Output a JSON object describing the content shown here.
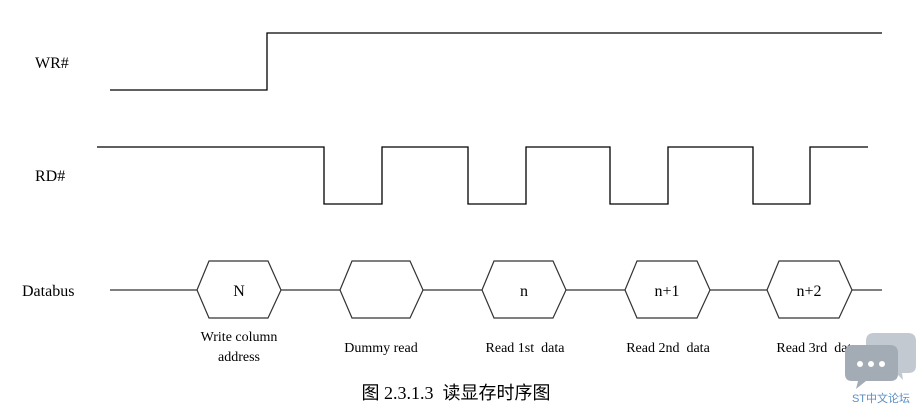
{
  "signals": {
    "wr": "WR#",
    "rd": "RD#",
    "databus": "Databus"
  },
  "databus": {
    "cells": [
      {
        "label": "N"
      },
      {
        "label": ""
      },
      {
        "label": "n"
      },
      {
        "label": "n+1"
      },
      {
        "label": "n+2"
      }
    ]
  },
  "phases": [
    {
      "lines": [
        "Write column",
        "address"
      ]
    },
    {
      "lines": [
        "Dummy read"
      ]
    },
    {
      "lines": [
        "Read 1st  data"
      ]
    },
    {
      "lines": [
        "Read 2nd  data"
      ]
    },
    {
      "lines": [
        "Read 3rd  data"
      ]
    }
  ],
  "caption": "图 2.3.1.3  读显存时序图",
  "watermark": {
    "icon": "chat-bubble-icon",
    "text": "ST中文论坛"
  },
  "colors": {
    "line": "#000000",
    "hex_stroke": "#333333",
    "watermark_bubble": "#a3abb5",
    "watermark_text": "#5a8ec6"
  }
}
